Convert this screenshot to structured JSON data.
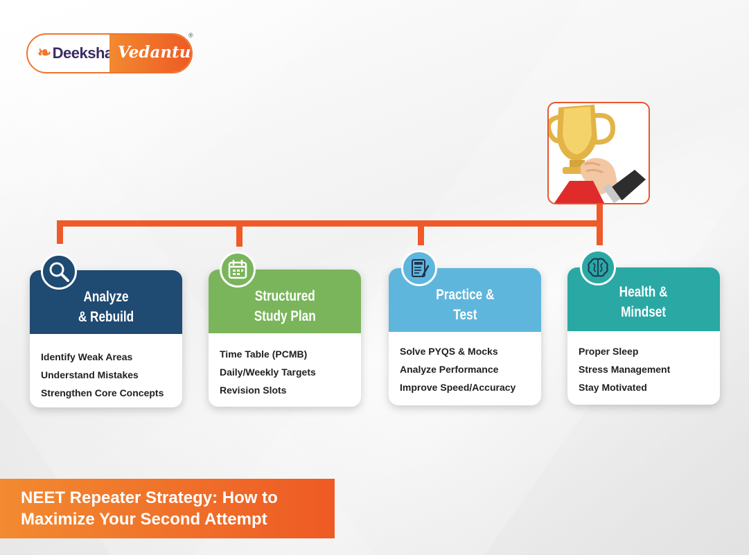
{
  "logo": {
    "left": "Deeksha",
    "right": "Vedantu",
    "mark": "®"
  },
  "cards": [
    {
      "title": "Analyze\n& Rebuild",
      "icon": "magnifier-icon",
      "color": "#1f4a72",
      "items": [
        "Identify Weak Areas",
        "Understand Mistakes",
        "Strengthen Core Concepts"
      ]
    },
    {
      "title": "Structured\nStudy Plan",
      "icon": "calendar-icon",
      "color": "#7ab55c",
      "items": [
        "Time Table (PCMB)",
        "Daily/Weekly Targets",
        "Revision Slots"
      ]
    },
    {
      "title": "Practice &\nTest",
      "icon": "test-sheet-icon",
      "color": "#5fb6dd",
      "items": [
        "Solve PYQS & Mocks",
        "Analyze Performance",
        "Improve Speed/Accuracy"
      ]
    },
    {
      "title": "Health &\nMindset",
      "icon": "brain-icon",
      "color": "#2aa8a4",
      "items": [
        "Proper Sleep",
        "Stress Management",
        "Stay Motivated"
      ]
    }
  ],
  "trophy": {
    "icon": "trophy-hand-icon"
  },
  "banner": {
    "text": "NEET Repeater Strategy: How to\nMaximize Your Second Attempt"
  },
  "colors": {
    "accent": "#ef5a2a",
    "banner": "#f07a2c"
  }
}
